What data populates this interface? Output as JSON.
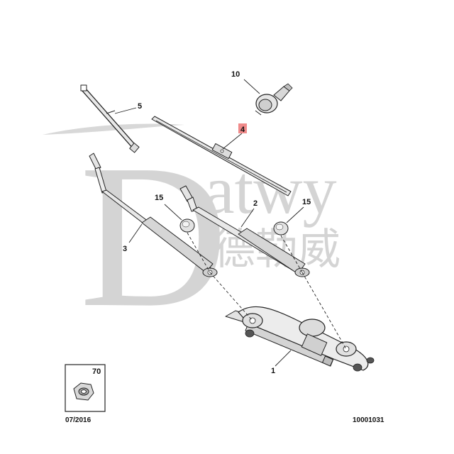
{
  "callouts": {
    "c1": "1",
    "c2": "2",
    "c3": "3",
    "c4": "4",
    "c5": "5",
    "c10": "10",
    "c15a": "15",
    "c15b": "15",
    "c70": "70"
  },
  "footer": {
    "date": "07/2016",
    "ref": "10001031"
  },
  "watermark": {
    "latin_d": "D",
    "latin_rest": "atwy",
    "cjk": "德勒威"
  },
  "colors": {
    "highlight": "#f08a8a",
    "line": "#222222",
    "part_fill": "#e8e8e8",
    "watermark": "#d4d4d4"
  }
}
